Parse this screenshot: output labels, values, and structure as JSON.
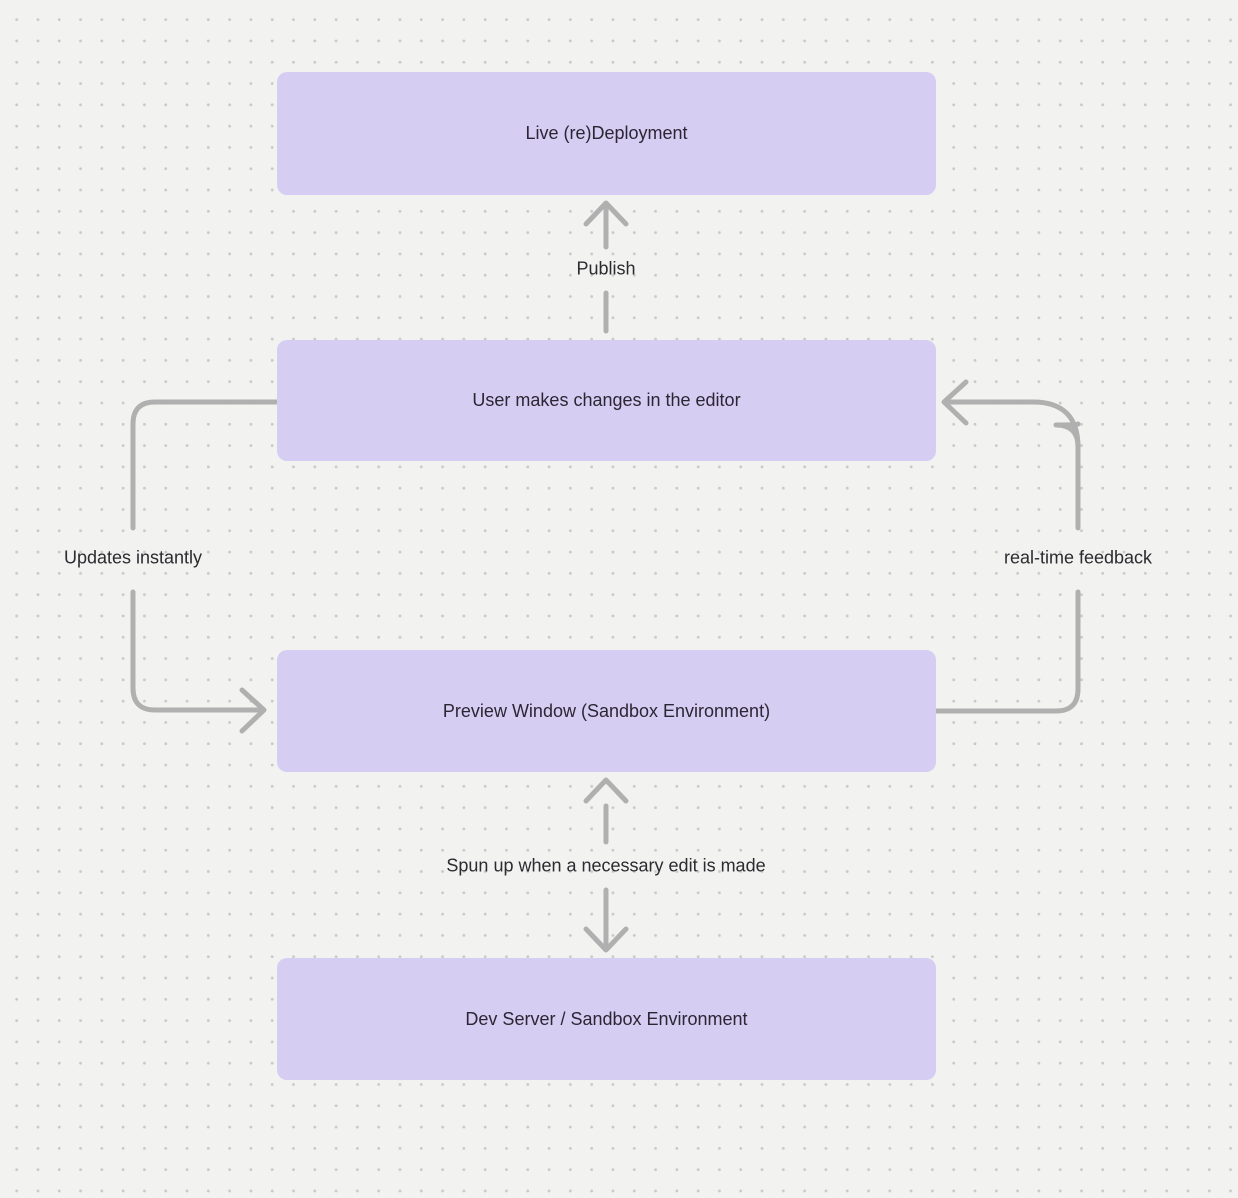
{
  "diagram": {
    "nodes": [
      {
        "id": "live-deployment",
        "label": "Live (re)Deployment"
      },
      {
        "id": "editor",
        "label": "User makes changes in the editor"
      },
      {
        "id": "preview-window",
        "label": "Preview Window (Sandbox Environment)"
      },
      {
        "id": "dev-server",
        "label": "Dev Server / Sandbox Environment"
      }
    ],
    "edge_labels": {
      "publish": "Publish",
      "updates_instantly": "Updates instantly",
      "realtime_feedback": "real-time feedback",
      "spun_up": "Spun up when a necessary edit is made"
    }
  },
  "theme": {
    "background": "#f2f2f1",
    "dot_color": "#c9c9c9",
    "node_fill": "#d6cdf3",
    "node_text": "#2b2633",
    "label_text": "#2b2b30",
    "line_color": "#b0b0b0"
  }
}
